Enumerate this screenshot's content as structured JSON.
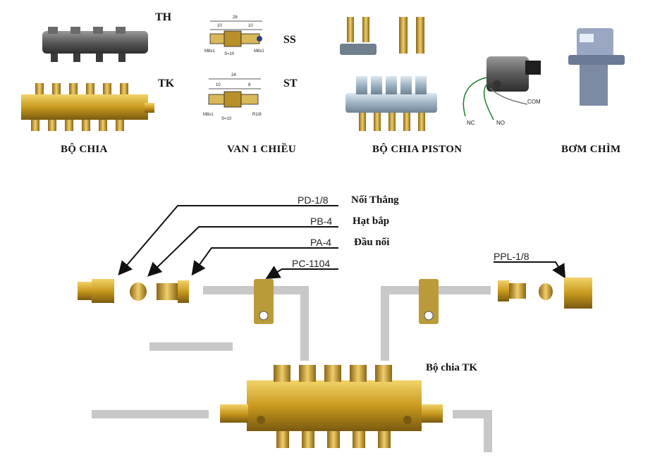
{
  "top_row": {
    "label_th": "TH",
    "label_tk": "TK",
    "label_ss": "SS",
    "label_st": "ST",
    "caption_distributor": "BỘ CHIA",
    "caption_check_valve": "VAN 1 CHIỀU",
    "caption_piston_distributor": "BỘ CHIA PISTON",
    "caption_submersible_pump": "BƠM CHÌM",
    "ss_drawing": {
      "total": "28",
      "left": "10",
      "right": "10",
      "thread_left": "M8x1",
      "thread_right": "M8x1",
      "hex": "S=10"
    },
    "st_drawing": {
      "total": "24",
      "left": "10",
      "right": "8",
      "thread_left": "M8x1",
      "thread_right": "R1/8",
      "hex": "S=10"
    },
    "switch_labels": {
      "nc": "NC",
      "no": "NO",
      "com": "COM"
    }
  },
  "assembly": {
    "code_pd": "PD-1/8",
    "name_pd": "Nối Thẳng",
    "code_pb": "PB-4",
    "name_pb": "Hạt bắp",
    "code_pa": "PA-4",
    "name_pa": "Đầu nối",
    "code_pc": "PC-1104",
    "code_ppl": "PPL-1/8",
    "label_tk_block": "Bộ chia TK"
  },
  "colors": {
    "brass": "#c9a227",
    "gray_pipe": "#c8c8c8",
    "steel": "#8fa3b3"
  }
}
